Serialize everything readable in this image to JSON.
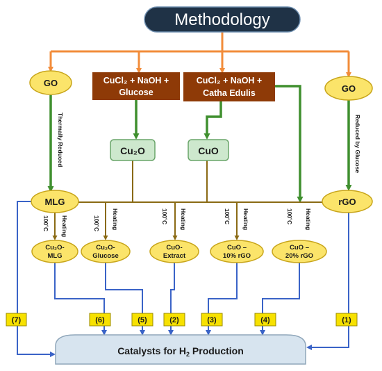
{
  "title": "Methodology",
  "nodes": {
    "go_left": "GO",
    "go_right": "GO",
    "cucl2_glucose": [
      "CuCl₂ + NaOH +",
      "Glucose"
    ],
    "cucl2_catha": [
      "CuCl₂ + NaOH +",
      "Catha Edulis"
    ],
    "cu2o": "Cu₂O",
    "cuo": "CuO",
    "mlg": "MLG",
    "rgo": "rGO",
    "cu2o_mlg": [
      "Cu₂O-",
      "MLG"
    ],
    "cu2o_glucose": [
      "Cu₂O-",
      "Glucose"
    ],
    "cuo_extract": [
      "CuO-",
      "Extract"
    ],
    "cuo_10": [
      "CuO –",
      "10% rGO"
    ],
    "cuo_20": [
      "CuO –",
      "20% rGO"
    ],
    "catalysts_prefix": "Catalysts for H",
    "catalysts_sub": "2",
    "catalysts_suffix": " Production"
  },
  "edge_labels": {
    "thermally_reduced": "Thermally Reduced",
    "reduced_by_glucose": "Reduced by Glucose",
    "heating": "Heating",
    "temp": "100˚C"
  },
  "tags": [
    "(7)",
    "(6)",
    "(5)",
    "(2)",
    "(3)",
    "(4)",
    "(1)"
  ],
  "colors": {
    "title_bg": "#1f3246",
    "orange": "#f28c3a",
    "green": "#3f8f2e",
    "olive": "#8a6a14",
    "blue": "#3a63c7",
    "oval_fill": "#fbe46a",
    "oval_stroke": "#c8a51a",
    "brown_box": "#8e3a07",
    "green_box_fill": "#cde8cd",
    "green_box_stroke": "#6aa56a",
    "tag_fill": "#f7e100",
    "cat_fill": "#d7e4ef",
    "cat_stroke": "#8fa6ba"
  }
}
